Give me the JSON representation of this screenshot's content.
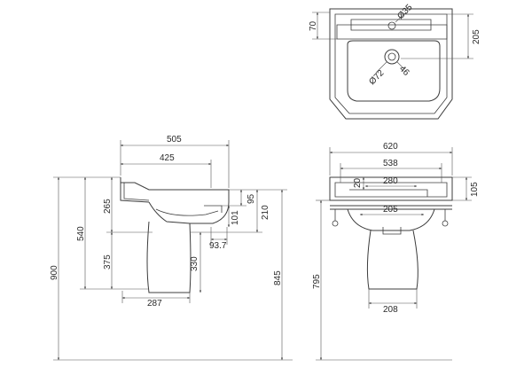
{
  "drawing": {
    "plan_view": {
      "dim_70": "70",
      "dim_35": "Ø35",
      "dim_205": "205",
      "dim_72": "Ø72",
      "dim_46": "46"
    },
    "side_view": {
      "dim_505": "505",
      "dim_425": "425",
      "dim_265": "265",
      "dim_540": "540",
      "dim_375": "375",
      "dim_900": "900",
      "dim_95": "95",
      "dim_101": "101",
      "dim_210": "210",
      "dim_93_7": "93.7",
      "dim_330": "330",
      "dim_287": "287",
      "dim_845": "845"
    },
    "front_view": {
      "dim_620": "620",
      "dim_538": "538",
      "dim_20": "20",
      "dim_280": "280",
      "dim_105": "105",
      "dim_205": "205",
      "dim_795": "795",
      "dim_208": "208"
    }
  }
}
